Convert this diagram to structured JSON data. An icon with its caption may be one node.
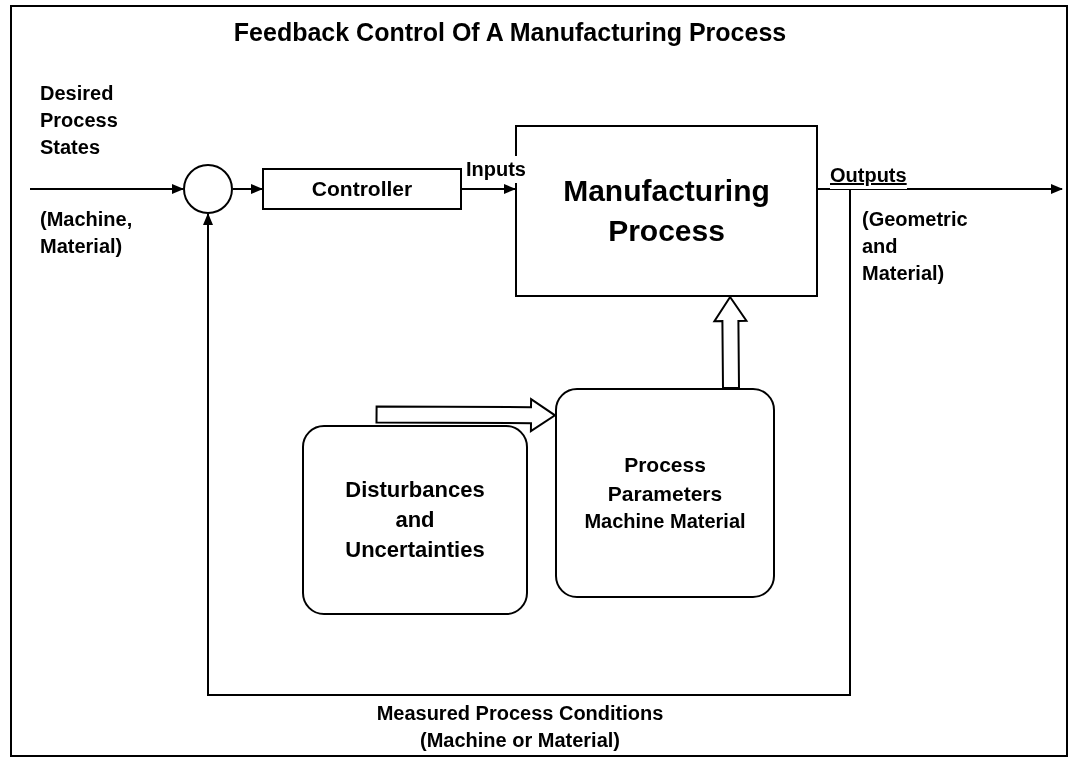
{
  "diagram": {
    "title": "Feedback Control Of A Manufacturing Process",
    "nodes": [
      {
        "text": [],
        "shape": "circle"
      },
      {
        "text": [
          "Controller"
        ]
      },
      {
        "text": [
          "Manufacturing Process"
        ]
      },
      {
        "text": [
          "Process Parameters",
          "Machine Material"
        ]
      },
      {
        "text": [
          "Disturbances and Uncertainties"
        ]
      }
    ],
    "edges": [
      {
        "from": null,
        "to": 0,
        "arrow": "to"
      },
      {
        "from": 0,
        "to": 1,
        "arrow": "to"
      },
      {
        "from": 1,
        "to": 2,
        "arrow": "to",
        "label": "Inputs"
      },
      {
        "from": 2,
        "to": null,
        "arrow": "to",
        "label": "Outputs"
      },
      {
        "from": 2,
        "to": 0,
        "arrow": "to"
      },
      {
        "from": 4,
        "to": 3,
        "arrow": "to",
        "style": "thick"
      },
      {
        "from": 3,
        "to": 2,
        "arrow": "to",
        "style": "thick"
      }
    ],
    "labels": [
      "Desired Process States",
      "(Machine, Material)",
      "(Geometric and Material)",
      "Measured Process Conditions",
      "(Machine or Material)"
    ]
  }
}
